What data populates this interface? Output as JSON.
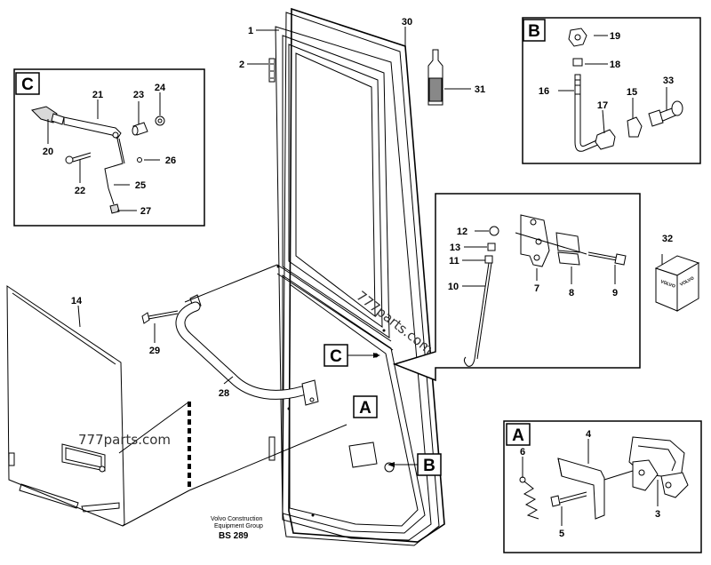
{
  "caption": {
    "line1": "Volvo Construction",
    "line2": "Equipment Group",
    "code": "BS 289"
  },
  "watermarks": [
    "777parts.com",
    "777parts.com"
  ],
  "logo_text": [
    "VOLVO",
    "VOLVO"
  ],
  "callouts": {
    "c_main": "C",
    "a_main": "A",
    "b_main": "B",
    "c_box": "C",
    "b_box": "B",
    "a_box": "A"
  },
  "parts": {
    "p1": "1",
    "p2": "2",
    "p3": "3",
    "p4": "4",
    "p5": "5",
    "p6": "6",
    "p7": "7",
    "p8": "8",
    "p9": "9",
    "p10": "10",
    "p11": "11",
    "p12": "12",
    "p13": "13",
    "p14": "14",
    "p15": "15",
    "p16": "16",
    "p17": "17",
    "p18": "18",
    "p19": "19",
    "p20": "20",
    "p21": "21",
    "p22": "22",
    "p23": "23",
    "p24": "24",
    "p25": "25",
    "p26": "26",
    "p27": "27",
    "p28": "28",
    "p29": "29",
    "p30": "30",
    "p31": "31",
    "p32": "32",
    "p33": "33"
  }
}
